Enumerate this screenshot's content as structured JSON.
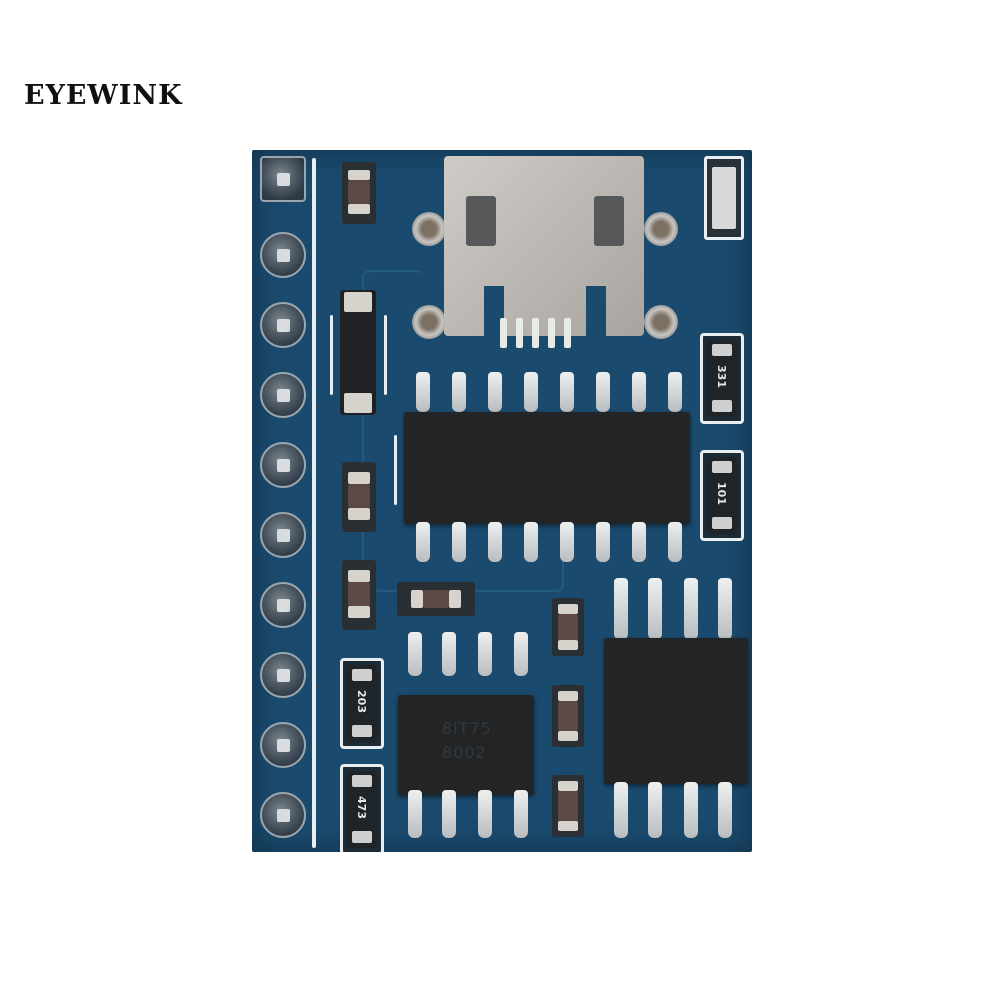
{
  "brand": {
    "text": "EYEWINK"
  },
  "board": {
    "type": "pcb-module",
    "color": "#1a4a6e",
    "header_pins": 10,
    "connector": "micro-usb-connector",
    "ics": [
      {
        "name": "ic-16-pin",
        "pins": 16,
        "marking": ""
      },
      {
        "name": "ic-8-pin-left",
        "pins": 8,
        "marking_line1": "8iT75",
        "marking_line2": "8002"
      },
      {
        "name": "ic-8-pin-right",
        "pins": 8,
        "marking": ""
      }
    ],
    "resistor_labels": {
      "r1": "331",
      "r2": "101",
      "r3": "203",
      "r4": "473"
    }
  }
}
